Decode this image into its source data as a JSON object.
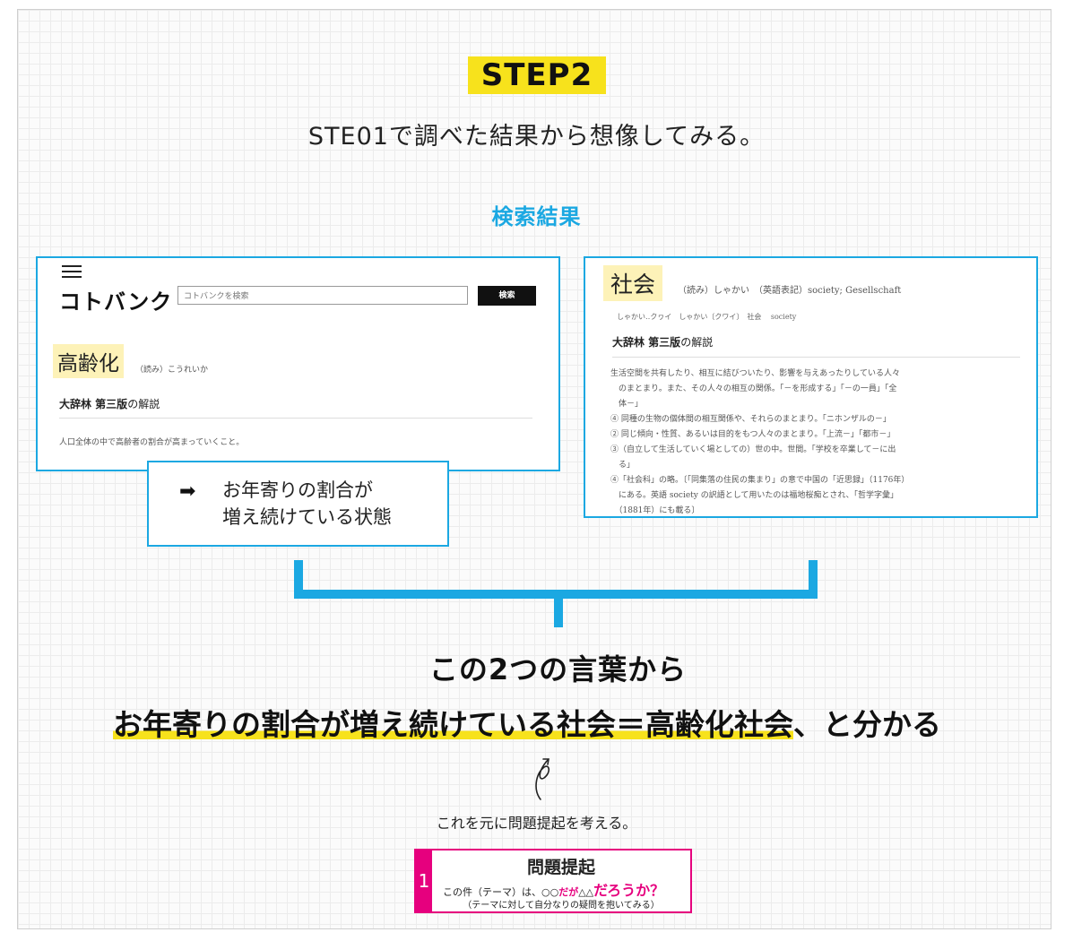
{
  "header": {
    "badge": "STEP2",
    "subtitle": "STE01で調べた結果から想像してみる。",
    "result_heading": "検索結果"
  },
  "kotobank": {
    "logo": "コトバンク",
    "search_placeholder": "コトバンクを検索",
    "search_button": "検索",
    "term": "高齢化",
    "reading": "（読み）こうれいか",
    "dict_name": "大辞林 第三版",
    "dict_suffix": "の解説",
    "definition": "人口全体の中で高齢者の割合が高まっていくこと。"
  },
  "callout": {
    "arrow": "➡",
    "line1": "お年寄りの割合が",
    "line2": "増え続けている状態"
  },
  "shakai": {
    "term": "社会",
    "reading": "（読み）しゃかい　（英語表記）society; Gesellschaft",
    "tags": "しゃかい‥クヮイ　しゃかい〔クワイ〕　社会 society",
    "dict_name": "大辞林 第三版",
    "dict_suffix": "の解説",
    "lines": [
      "生活空間を共有したり、相互に結びついたり、影響を与えあったりしている人々",
      "　のまとまり。また、その人々の相互の関係。「－を形成する」「－の一員」「全",
      "　体－」",
      "④ 同種の生物の個体間の相互関係や、それらのまとまり。「ニホンザルの－」",
      "② 同じ傾向・性質、あるいは目的をもつ人々のまとまり。「上流－」「都市－」",
      "③（自立して生活していく場としての）世の中。世間。「学校を卒業して－に出",
      "　る」",
      "④「社会科」の略。〔「同集落の住民の集まり」の意で中国の「近思録」（1176年）",
      "　にある。英語 society の訳語として用いたのは福地桜痴とされ、「哲学字彙」",
      "　（1881年）にも載る〕"
    ]
  },
  "conclusion": {
    "line1": "この2つの言葉から",
    "line2_highlight": "お年寄りの割合が増え続けている社会＝高齢化社会",
    "line2_tail": "、と分かる"
  },
  "next_text": "これを元に問題提起を考える。",
  "problem": {
    "number": "1",
    "title": "問題提起",
    "line_a": "この件（テーマ）は、",
    "line_b": "○○",
    "line_c": "だが",
    "line_d": "△△",
    "line_e": "だろうか？",
    "sub": "（テーマに対して自分なりの疑問を抱いてみる）"
  },
  "colors": {
    "accent_blue": "#1ba8e2",
    "highlight_yellow": "#f7e21c",
    "accent_pink": "#e6007e"
  }
}
